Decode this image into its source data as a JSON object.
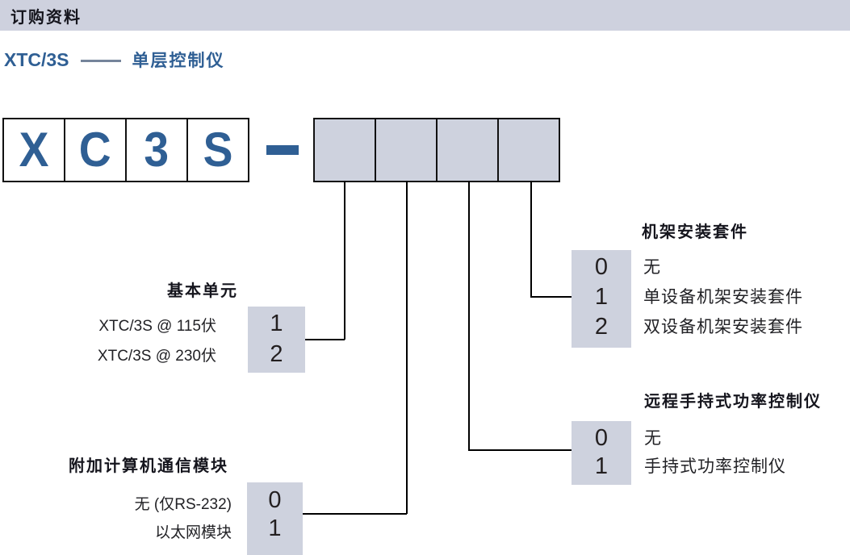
{
  "header": {
    "title": "订购资料"
  },
  "subtitle": {
    "model": "XTC/3S",
    "dash": "——",
    "name": "单层控制仪"
  },
  "model_code": {
    "letters": [
      "X",
      "C",
      "3",
      "S"
    ],
    "separator": "-",
    "blanks": [
      "",
      "",
      "",
      ""
    ]
  },
  "sections": {
    "basic_unit": {
      "title": "基本单元",
      "rows": [
        {
          "label": "XTC/3S @ 115伏",
          "code": "1"
        },
        {
          "label": "XTC/3S @ 230伏",
          "code": "2"
        }
      ]
    },
    "comm_module": {
      "title": "附加计算机通信模块",
      "rows": [
        {
          "label": "无 (仅RS-232)",
          "code": "0"
        },
        {
          "label": "以太网模块",
          "code": "1"
        }
      ]
    },
    "rack_mount": {
      "title": "机架安装套件",
      "rows": [
        {
          "code": "0",
          "label": "无"
        },
        {
          "code": "1",
          "label": "单设备机架安装套件"
        },
        {
          "code": "2",
          "label": "双设备机架安装套件"
        }
      ]
    },
    "remote_controller": {
      "title": "远程手持式功率控制仪",
      "rows": [
        {
          "code": "0",
          "label": "无"
        },
        {
          "code": "1",
          "label": "手持式功率控制仪"
        }
      ]
    }
  },
  "colors": {
    "accent_blue": "#2f5f94",
    "box_fill": "#ced2de",
    "header_bg": "#ced1de",
    "text": "#222226",
    "line": "#000000"
  }
}
